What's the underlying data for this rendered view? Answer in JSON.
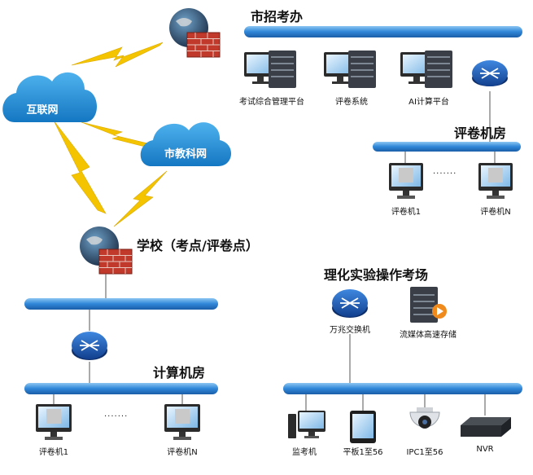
{
  "labels": {
    "city_office": "市招考办",
    "internet": "互联网",
    "edu_net": "市教科网",
    "school": "学校（考点/评卷点）",
    "grading_room_top": "评卷机房",
    "computer_room": "计算机房",
    "lab_exam": "理化实验操作考场",
    "sys_platform": "考试综合管理平台",
    "sys_grading": "评卷系统",
    "sys_ai": "AI计算平台",
    "top_pc1": "评卷机1",
    "top_pcN": "评卷机N",
    "bottom_pc1": "评卷机1",
    "bottom_pcN": "评卷机N",
    "switch_lab": "万兆交换机",
    "storage": "流媒体高速存储",
    "monitor_pc": "监考机",
    "tablet": "平板1至56",
    "ipc": "IPC1至56",
    "nvr": "NVR",
    "dots": "·······"
  },
  "colors": {
    "bus": "#2f86d8",
    "cloud": "#1b8fd6",
    "lightning": "#f4c400",
    "switch": "#1f63c3",
    "firewall": "#c0392b",
    "line": "#555555"
  }
}
